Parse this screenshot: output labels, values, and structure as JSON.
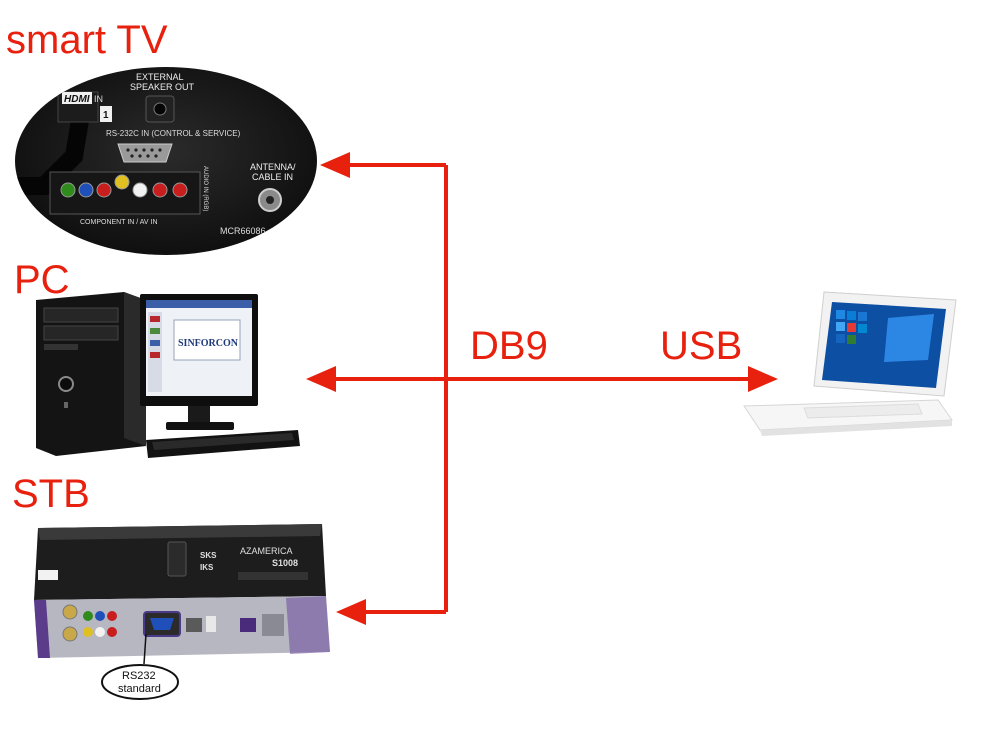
{
  "labels": {
    "smart_tv": "smart TV",
    "pc": "PC",
    "stb": "STB",
    "db9": "DB9",
    "usb": "USB"
  },
  "tv_panel": {
    "hdmi": "HDMI",
    "hdmi_in": "IN",
    "port_number": "1",
    "external_speaker_line1": "EXTERNAL",
    "external_speaker_line2": "SPEAKER OUT",
    "rs232c": "RS-232C IN (CONTROL & SERVICE)",
    "antenna_line1": "ANTENNA/",
    "antenna_line2": "CABLE IN",
    "component": "COMPONENT IN / AV IN",
    "audio_in": "AUDIO IN (RGB)",
    "model": "MCR66086"
  },
  "pc_screen": {
    "logo_text": "SINFORCON"
  },
  "stb_panel": {
    "brand": "AZAMERICA",
    "model": "S1008",
    "sks_line1": "SKS",
    "sks_line2": "IKS",
    "callout_line1": "RS232",
    "callout_line2": "standard"
  },
  "colors": {
    "accent": "#e8210f",
    "wire": "#e8210f",
    "device_dark": "#141414",
    "laptop_white": "#f4f4f4"
  }
}
